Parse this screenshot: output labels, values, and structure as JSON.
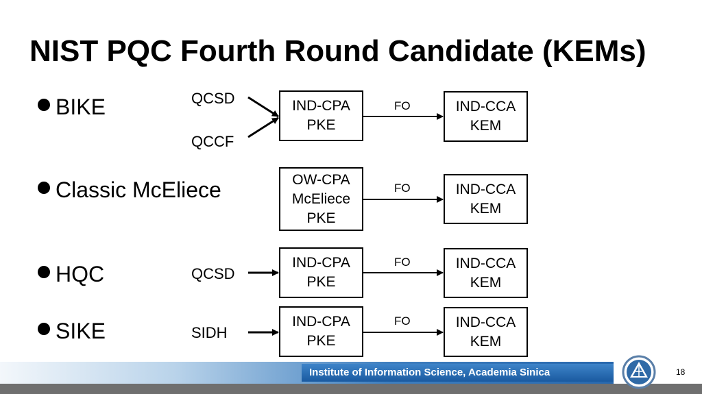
{
  "title": "NIST PQC Fourth Round Candidate (KEMs)",
  "bullets": [
    "BIKE",
    "Classic McEliece",
    "HQC",
    "SIKE"
  ],
  "rows": [
    {
      "inputs": [
        "QCSD",
        "QCCF"
      ],
      "pke": [
        "IND-CPA",
        "PKE"
      ],
      "transform": "FO",
      "kem": [
        "IND-CCA",
        "KEM"
      ]
    },
    {
      "inputs": [],
      "pke": [
        "OW-CPA",
        "McEliece",
        "PKE"
      ],
      "transform": "FO",
      "kem": [
        "IND-CCA",
        "KEM"
      ]
    },
    {
      "inputs": [
        "QCSD"
      ],
      "pke": [
        "IND-CPA",
        "PKE"
      ],
      "transform": "FO",
      "kem": [
        "IND-CCA",
        "KEM"
      ]
    },
    {
      "inputs": [
        "SIDH"
      ],
      "pke": [
        "IND-CPA",
        "PKE"
      ],
      "transform": "FO",
      "kem": [
        "IND-CCA",
        "KEM"
      ]
    }
  ],
  "footer": {
    "institute": "Institute of Information Science, Academia Sinica",
    "page_number": "18",
    "colors": {
      "bar_dark": "#1f5fa7",
      "bar_light": "#b9d3ea",
      "strip": "#6f6f6f"
    }
  },
  "logo_icon": "academia-sinica-seal"
}
